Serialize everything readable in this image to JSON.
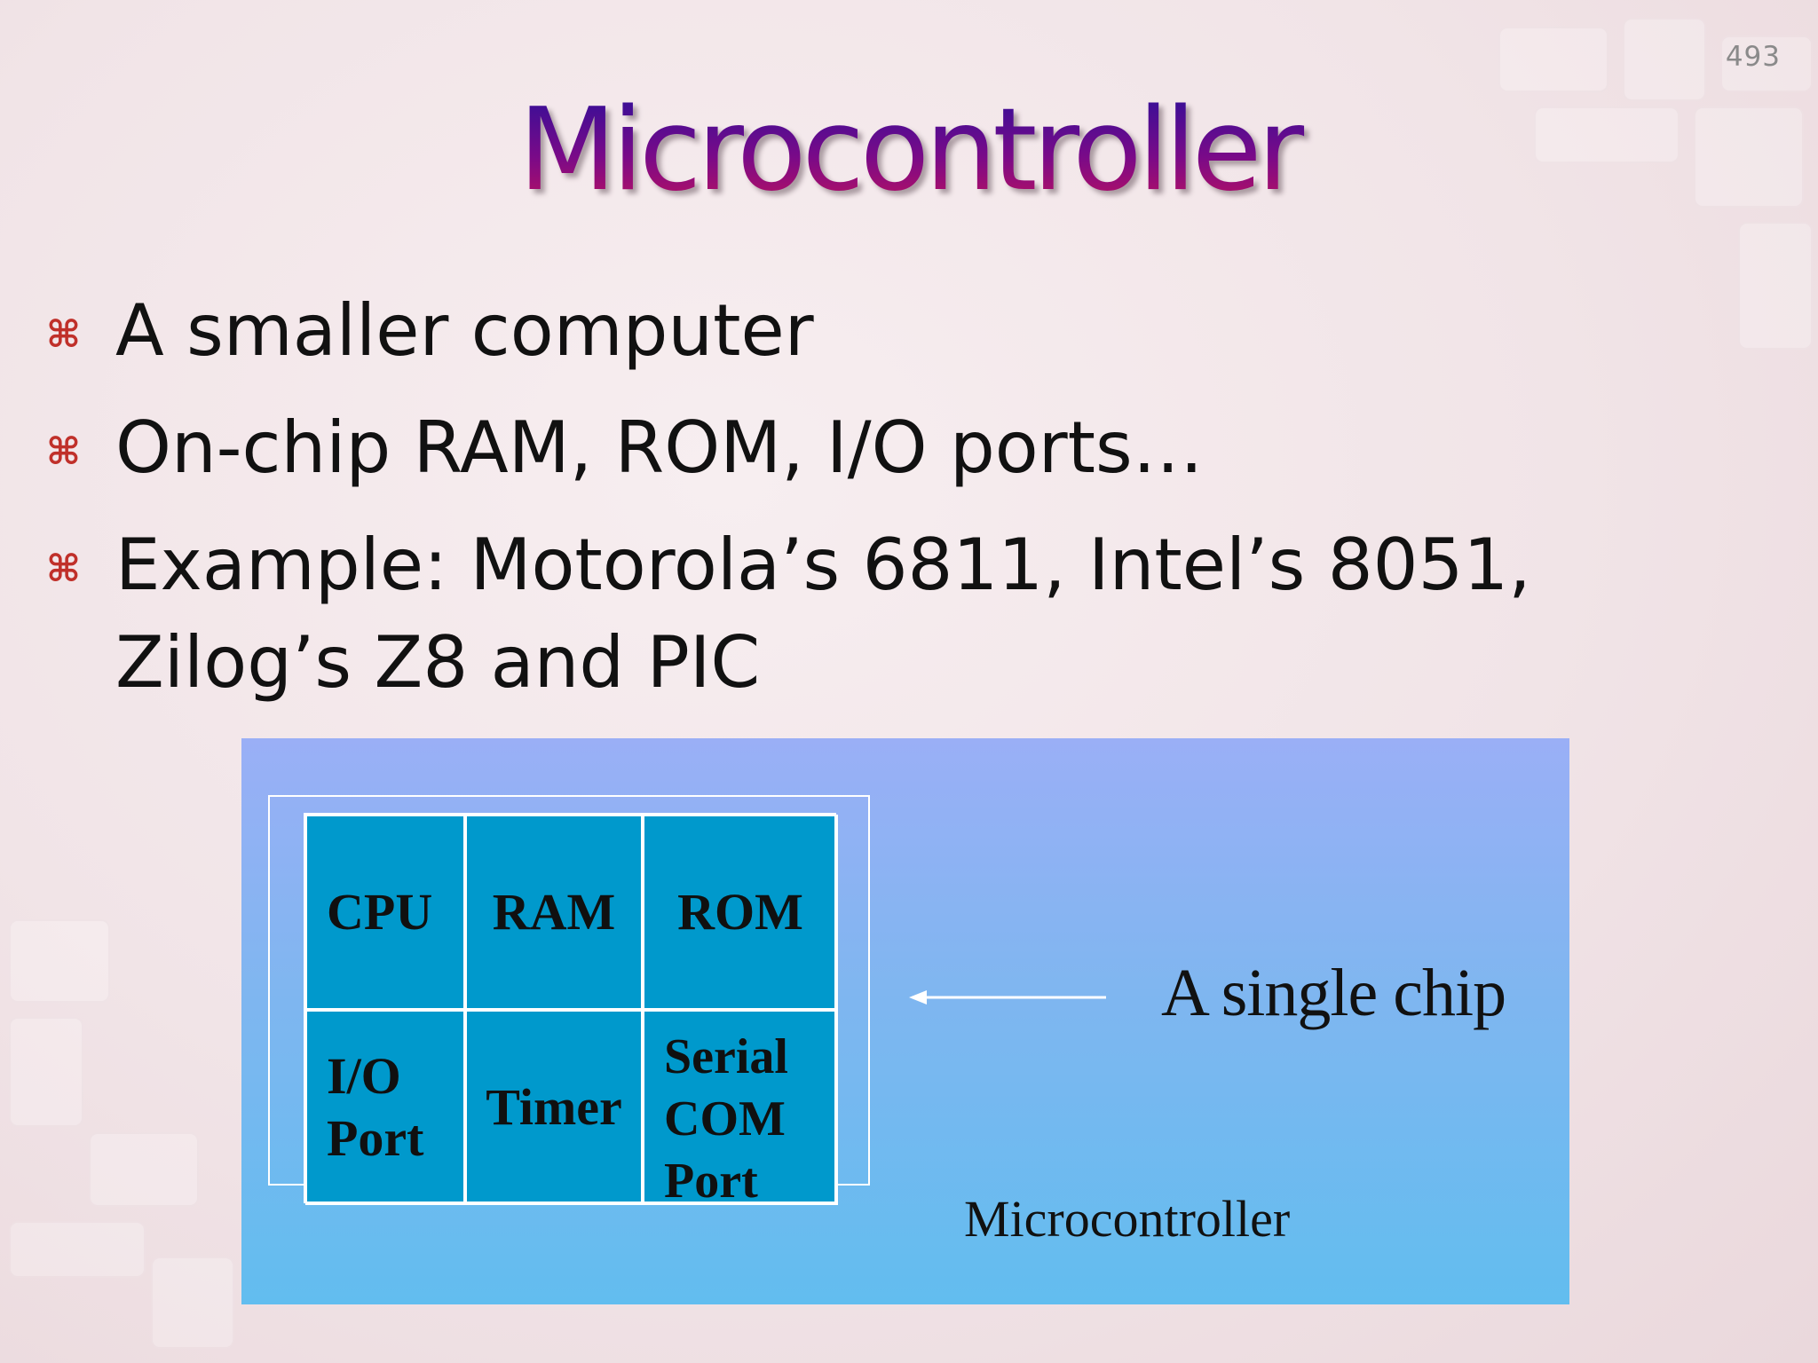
{
  "slide": {
    "page_number": "493",
    "title": "Microcontroller",
    "bullet_icon": "command-key-icon",
    "bullets": [
      "A smaller computer",
      "On-chip RAM, ROM, I/O ports…",
      "Example: Motorola’s 6811, Intel’s 8051, Zilog’s Z8 and PIC"
    ]
  },
  "diagram": {
    "cells": [
      "CPU",
      "RAM",
      "ROM",
      "I/O\nPort",
      "Timer",
      "Serial\nCOM\nPort"
    ],
    "chip_label": "A single  chip",
    "caption": "Microcontroller"
  },
  "colors": {
    "title_gradient": [
      "#2a0f9a",
      "#c4125a"
    ],
    "bullet_icon": "#c0302a",
    "diagram_background": "#7fb6f0",
    "chip_cell": "#0099cc"
  }
}
